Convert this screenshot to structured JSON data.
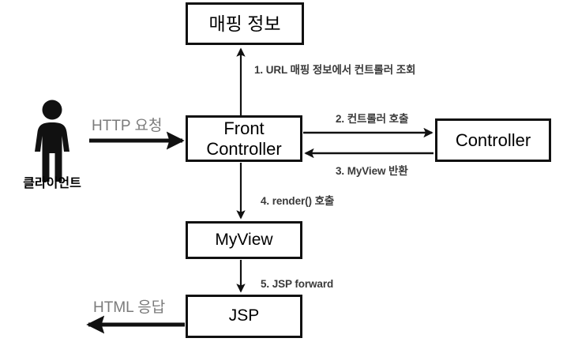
{
  "diagram": {
    "title": "Front Controller pattern request flow",
    "colors": {
      "node_border": "#111111",
      "node_fill": "#ffffff",
      "arrow": "#111111",
      "step_label_text": "#3a3a3a",
      "flow_label_text": "#7b7b7b",
      "actor": "#111111"
    },
    "nodes": {
      "mapping_info": "매핑 정보",
      "front_controller": "Front\nController",
      "controller": "Controller",
      "myview": "MyView",
      "jsp": "JSP"
    },
    "actor": {
      "icon": "person-icon",
      "label": "클라이언트"
    },
    "flow_labels": {
      "http_request": "HTTP 요청",
      "html_response": "HTML 응답"
    },
    "steps": [
      {
        "id": "step1",
        "label": "1. URL 매핑 정보에서 컨트롤러 조회",
        "from": "front_controller",
        "to": "mapping_info",
        "direction": "up"
      },
      {
        "id": "step2",
        "label": "2. 컨트롤러 호출",
        "from": "front_controller",
        "to": "controller",
        "direction": "right"
      },
      {
        "id": "step3",
        "label": "3. MyView 반환",
        "from": "controller",
        "to": "front_controller",
        "direction": "left"
      },
      {
        "id": "step4",
        "label": "4. render() 호출",
        "from": "front_controller",
        "to": "myview",
        "direction": "down"
      },
      {
        "id": "step5",
        "label": "5. JSP forward",
        "from": "myview",
        "to": "jsp",
        "direction": "down"
      }
    ]
  }
}
